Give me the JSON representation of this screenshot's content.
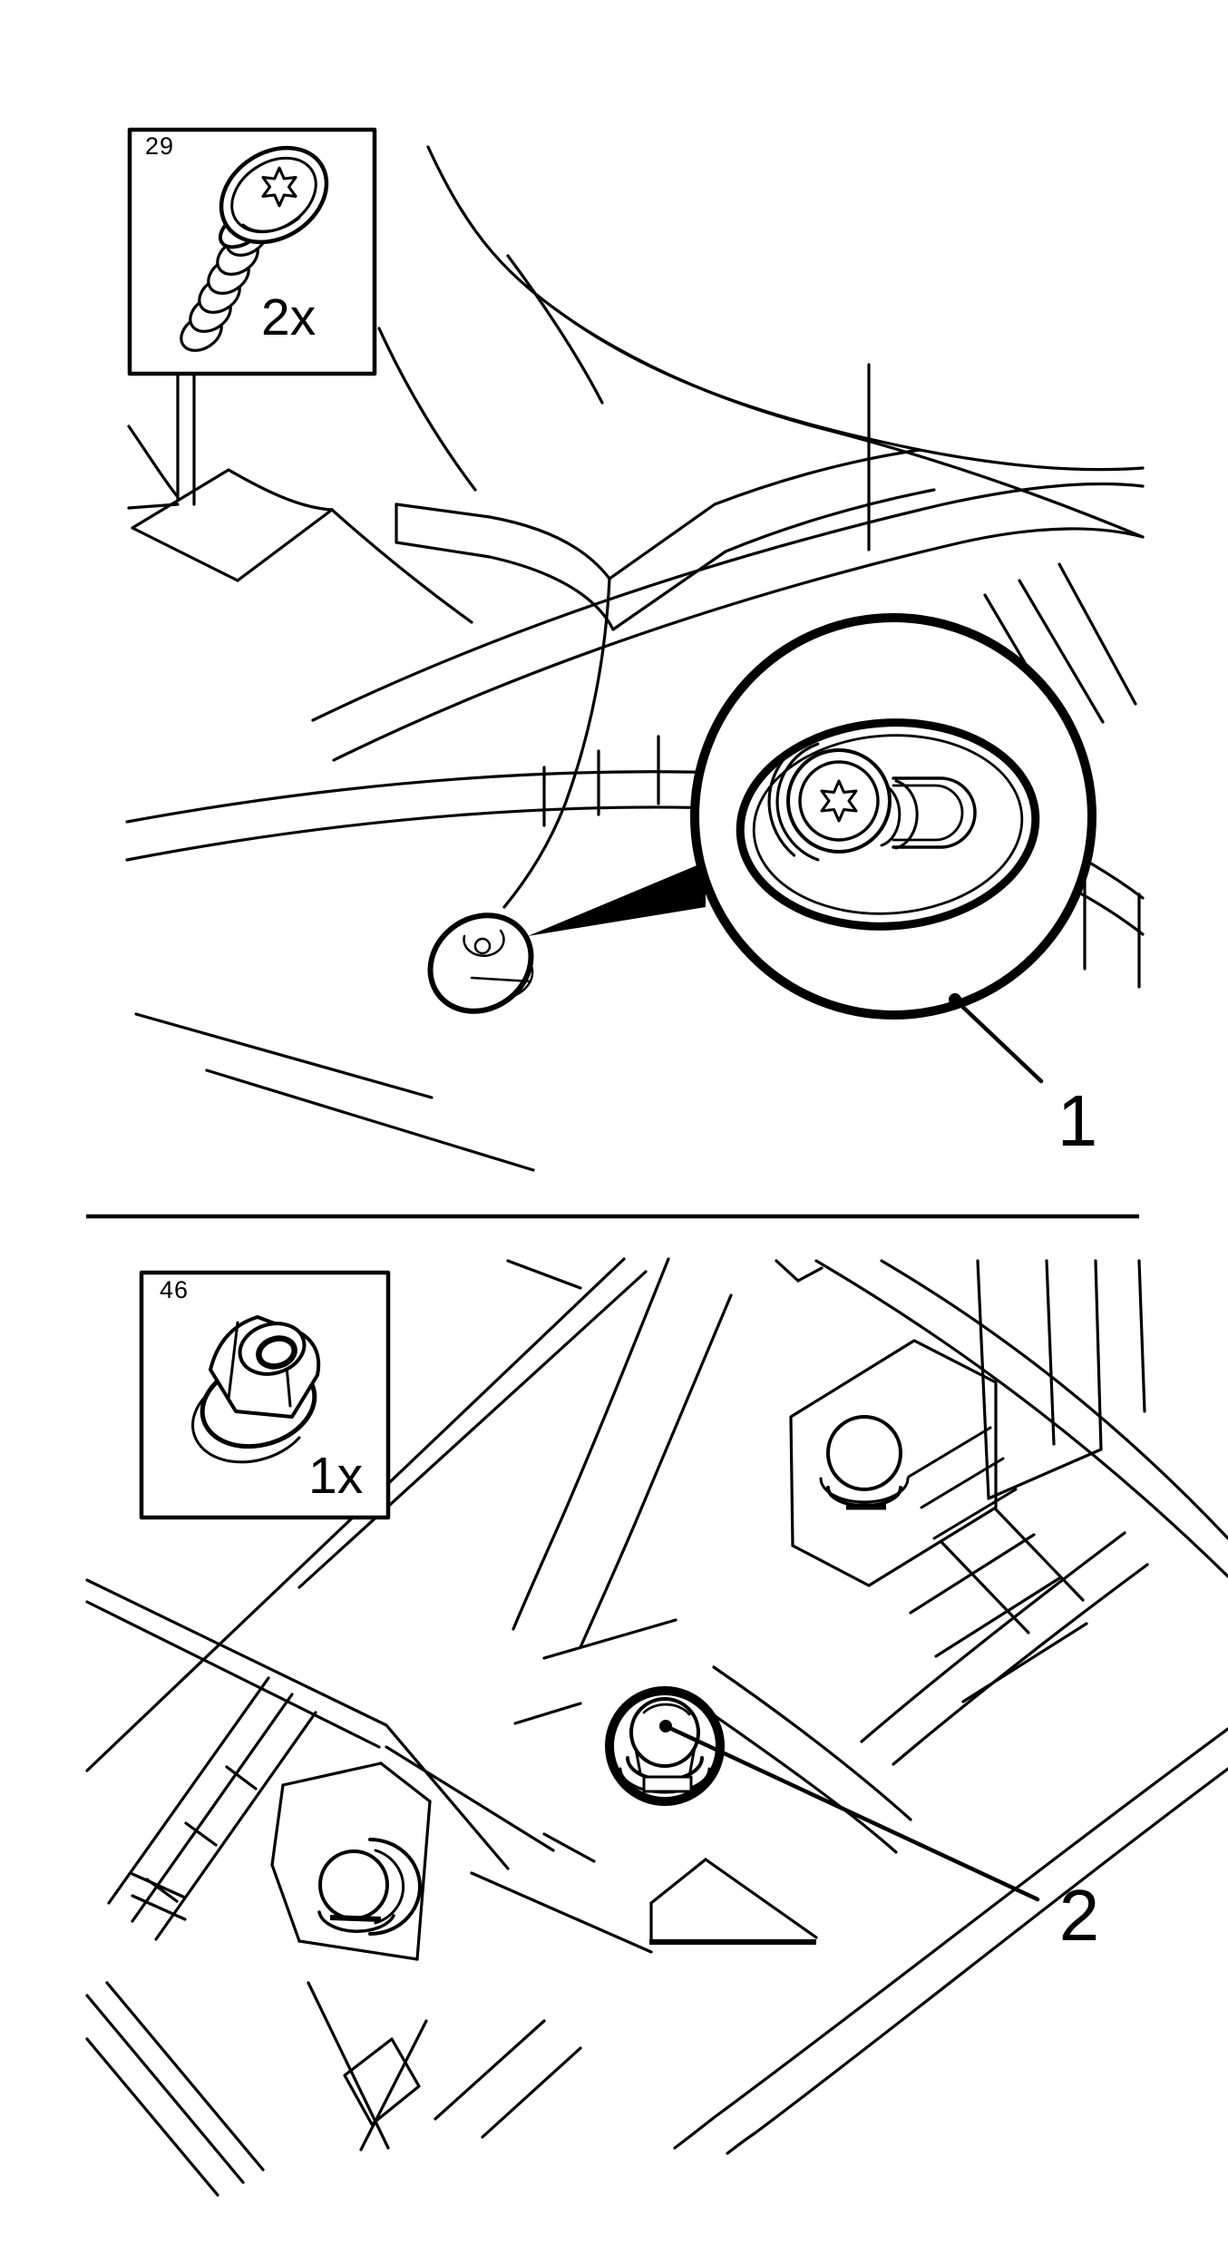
{
  "figure": {
    "background_color": "#ffffff",
    "line_color": "#000000"
  },
  "top_panel": {
    "inset": {
      "part_number": "29",
      "quantity": "2x",
      "part_icon": "torx-pan-head-screw-icon"
    },
    "callout": {
      "number": "1"
    },
    "detail_icon": "magnified-screw-in-slot-icon"
  },
  "divider": {
    "style": "horizontal-rule"
  },
  "bottom_panel": {
    "inset": {
      "part_number": "46",
      "quantity": "1x",
      "part_icon": "flange-nut-icon"
    },
    "callout": {
      "number": "2"
    },
    "detail_icon": "circled-flange-nut-on-stud-icon"
  }
}
